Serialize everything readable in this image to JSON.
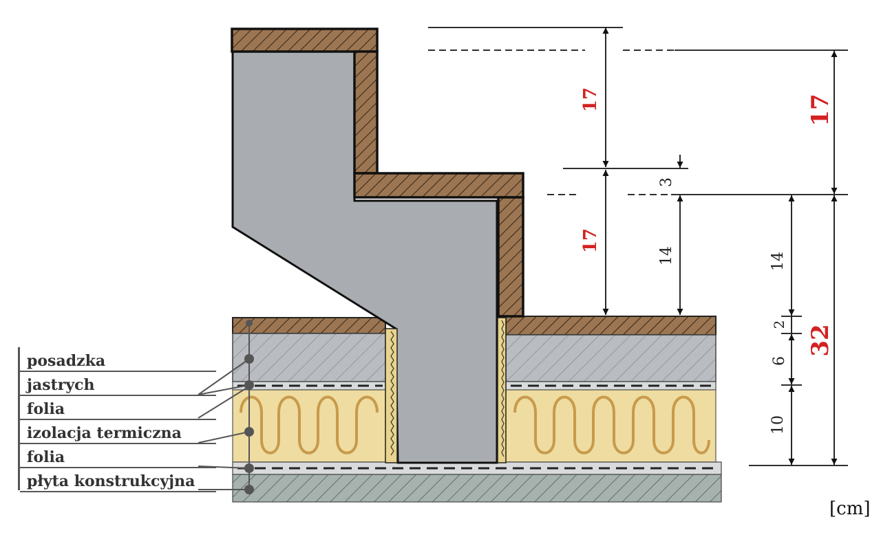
{
  "legend": {
    "items": [
      {
        "label": "posadzka"
      },
      {
        "label": "jastrych"
      },
      {
        "label": "folia"
      },
      {
        "label": "izolacja termiczna"
      },
      {
        "label": "folia"
      },
      {
        "label": "płyta konstrukcyjna"
      }
    ]
  },
  "dimensions": {
    "riser_upper": "17",
    "riser_lower": "17",
    "riser_right": "17",
    "tread_thickness": "3",
    "lower_height": "14",
    "lower_height_right": "14",
    "floor_finish": "2",
    "screed": "6",
    "insulation": "10",
    "total_floor": "32"
  },
  "unit": "[cm]",
  "colors": {
    "wood": "#9c7652",
    "concrete": "#a9acb1",
    "screed": "#b9bcc0",
    "insulation": "#eedca0",
    "slab": "#a7b2ae",
    "dim_red": "#d42222",
    "dim_black": "#222222"
  }
}
